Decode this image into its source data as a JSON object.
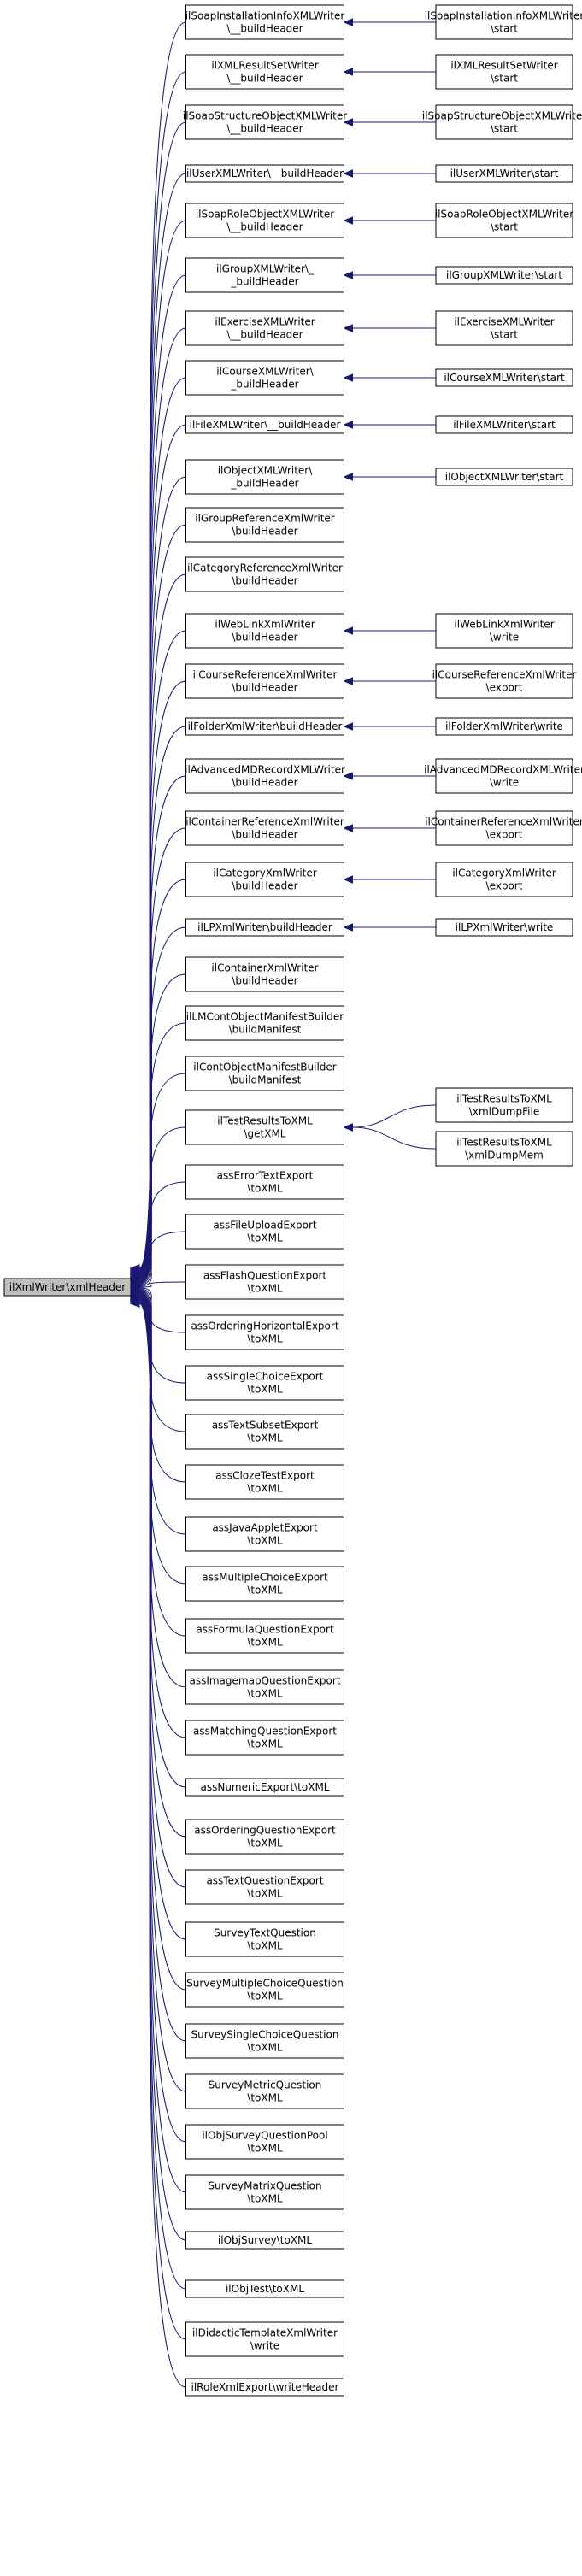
{
  "diagram": {
    "root": {
      "id": "root",
      "lines": [
        "ilXmlWriter\\xmlHeader"
      ]
    },
    "callers": [
      {
        "id": "n0",
        "lines": [
          "ilSoapInstallationInfoXMLWriter",
          "\\__buildHeader"
        ]
      },
      {
        "id": "n1",
        "lines": [
          "ilXMLResultSetWriter",
          "\\__buildHeader"
        ]
      },
      {
        "id": "n2",
        "lines": [
          "ilSoapStructureObjectXMLWriter",
          "\\__buildHeader"
        ]
      },
      {
        "id": "n3",
        "lines": [
          "ilUserXMLWriter\\__buildHeader"
        ]
      },
      {
        "id": "n4",
        "lines": [
          "ilSoapRoleObjectXMLWriter",
          "\\__buildHeader"
        ]
      },
      {
        "id": "n5",
        "lines": [
          "ilGroupXMLWriter\\_",
          "_buildHeader"
        ]
      },
      {
        "id": "n6",
        "lines": [
          "ilExerciseXMLWriter",
          "\\__buildHeader"
        ]
      },
      {
        "id": "n7",
        "lines": [
          "ilCourseXMLWriter\\",
          "_buildHeader"
        ]
      },
      {
        "id": "n8",
        "lines": [
          "ilFileXMLWriter\\__buildHeader"
        ]
      },
      {
        "id": "n9",
        "lines": [
          "ilObjectXMLWriter\\",
          "_buildHeader"
        ]
      },
      {
        "id": "n10",
        "lines": [
          "ilGroupReferenceXmlWriter",
          "\\buildHeader"
        ]
      },
      {
        "id": "n11",
        "lines": [
          "ilCategoryReferenceXmlWriter",
          "\\buildHeader"
        ]
      },
      {
        "id": "n12",
        "lines": [
          "ilWebLinkXmlWriter",
          "\\buildHeader"
        ]
      },
      {
        "id": "n13",
        "lines": [
          "ilCourseReferenceXmlWriter",
          "\\buildHeader"
        ]
      },
      {
        "id": "n14",
        "lines": [
          "ilFolderXmlWriter\\buildHeader"
        ]
      },
      {
        "id": "n15",
        "lines": [
          "ilAdvancedMDRecordXMLWriter",
          "\\buildHeader"
        ]
      },
      {
        "id": "n16",
        "lines": [
          "ilContainerReferenceXmlWriter",
          "\\buildHeader"
        ]
      },
      {
        "id": "n17",
        "lines": [
          "ilCategoryXmlWriter",
          "\\buildHeader"
        ]
      },
      {
        "id": "n18",
        "lines": [
          "ilLPXmlWriter\\buildHeader"
        ]
      },
      {
        "id": "n19",
        "lines": [
          "ilContainerXmlWriter",
          "\\buildHeader"
        ]
      },
      {
        "id": "n20",
        "lines": [
          "ilLMContObjectManifestBuilder",
          "\\buildManifest"
        ]
      },
      {
        "id": "n21",
        "lines": [
          "ilContObjectManifestBuilder",
          "\\buildManifest"
        ]
      },
      {
        "id": "n22",
        "lines": [
          "ilTestResultsToXML",
          "\\getXML"
        ]
      },
      {
        "id": "n23",
        "lines": [
          "assErrorTextExport",
          "\\toXML"
        ]
      },
      {
        "id": "n24",
        "lines": [
          "assFileUploadExport",
          "\\toXML"
        ]
      },
      {
        "id": "n25",
        "lines": [
          "assFlashQuestionExport",
          "\\toXML"
        ]
      },
      {
        "id": "n26",
        "lines": [
          "assOrderingHorizontalExport",
          "\\toXML"
        ]
      },
      {
        "id": "n27",
        "lines": [
          "assSingleChoiceExport",
          "\\toXML"
        ]
      },
      {
        "id": "n28",
        "lines": [
          "assTextSubsetExport",
          "\\toXML"
        ]
      },
      {
        "id": "n29",
        "lines": [
          "assClozeTestExport",
          "\\toXML"
        ]
      },
      {
        "id": "n30",
        "lines": [
          "assJavaAppletExport",
          "\\toXML"
        ]
      },
      {
        "id": "n31",
        "lines": [
          "assMultipleChoiceExport",
          "\\toXML"
        ]
      },
      {
        "id": "n32",
        "lines": [
          "assFormulaQuestionExport",
          "\\toXML"
        ]
      },
      {
        "id": "n33",
        "lines": [
          "assImagemapQuestionExport",
          "\\toXML"
        ]
      },
      {
        "id": "n34",
        "lines": [
          "assMatchingQuestionExport",
          "\\toXML"
        ]
      },
      {
        "id": "n35",
        "lines": [
          "assNumericExport\\toXML"
        ]
      },
      {
        "id": "n36",
        "lines": [
          "assOrderingQuestionExport",
          "\\toXML"
        ]
      },
      {
        "id": "n37",
        "lines": [
          "assTextQuestionExport",
          "\\toXML"
        ]
      },
      {
        "id": "n38",
        "lines": [
          "SurveyTextQuestion",
          "\\toXML"
        ]
      },
      {
        "id": "n39",
        "lines": [
          "SurveyMultipleChoiceQuestion",
          "\\toXML"
        ]
      },
      {
        "id": "n40",
        "lines": [
          "SurveySingleChoiceQuestion",
          "\\toXML"
        ]
      },
      {
        "id": "n41",
        "lines": [
          "SurveyMetricQuestion",
          "\\toXML"
        ]
      },
      {
        "id": "n42",
        "lines": [
          "ilObjSurveyQuestionPool",
          "\\toXML"
        ]
      },
      {
        "id": "n43",
        "lines": [
          "SurveyMatrixQuestion",
          "\\toXML"
        ]
      },
      {
        "id": "n44",
        "lines": [
          "ilObjSurvey\\toXML"
        ]
      },
      {
        "id": "n45",
        "lines": [
          "ilObjTest\\toXML"
        ]
      },
      {
        "id": "n46",
        "lines": [
          "ilDidacticTemplateXmlWriter",
          "\\write"
        ]
      },
      {
        "id": "n47",
        "lines": [
          "ilRoleXmlExport\\writeHeader"
        ]
      }
    ],
    "secondary": [
      {
        "id": "s0",
        "caller_of": "n0",
        "lines": [
          "ilSoapInstallationInfoXMLWriter",
          "\\start"
        ]
      },
      {
        "id": "s1",
        "caller_of": "n1",
        "lines": [
          "ilXMLResultSetWriter",
          "\\start"
        ]
      },
      {
        "id": "s2",
        "caller_of": "n2",
        "lines": [
          "ilSoapStructureObjectXMLWriter",
          "\\start"
        ]
      },
      {
        "id": "s3",
        "caller_of": "n3",
        "lines": [
          "ilUserXMLWriter\\start"
        ]
      },
      {
        "id": "s4",
        "caller_of": "n4",
        "lines": [
          "ilSoapRoleObjectXMLWriter",
          "\\start"
        ]
      },
      {
        "id": "s5",
        "caller_of": "n5",
        "lines": [
          "ilGroupXMLWriter\\start"
        ]
      },
      {
        "id": "s6",
        "caller_of": "n6",
        "lines": [
          "ilExerciseXMLWriter",
          "\\start"
        ]
      },
      {
        "id": "s7",
        "caller_of": "n7",
        "lines": [
          "ilCourseXMLWriter\\start"
        ]
      },
      {
        "id": "s8",
        "caller_of": "n8",
        "lines": [
          "ilFileXMLWriter\\start"
        ]
      },
      {
        "id": "s9",
        "caller_of": "n9",
        "lines": [
          "ilObjectXMLWriter\\start"
        ]
      },
      {
        "id": "s10",
        "caller_of": "n12",
        "lines": [
          "ilWebLinkXmlWriter",
          "\\write"
        ]
      },
      {
        "id": "s11",
        "caller_of": "n13",
        "lines": [
          "ilCourseReferenceXmlWriter",
          "\\export"
        ]
      },
      {
        "id": "s12",
        "caller_of": "n14",
        "lines": [
          "ilFolderXmlWriter\\write"
        ]
      },
      {
        "id": "s13",
        "caller_of": "n15",
        "lines": [
          "ilAdvancedMDRecordXMLWriter",
          "\\write"
        ]
      },
      {
        "id": "s14",
        "caller_of": "n16",
        "lines": [
          "ilContainerReferenceXmlWriter",
          "\\export"
        ]
      },
      {
        "id": "s15",
        "caller_of": "n17",
        "lines": [
          "ilCategoryXmlWriter",
          "\\export"
        ]
      },
      {
        "id": "s16",
        "caller_of": "n18",
        "lines": [
          "ilLPXmlWriter\\write"
        ]
      },
      {
        "id": "s17",
        "caller_of": "n22",
        "lines": [
          "ilTestResultsToXML",
          "\\xmlDumpFile"
        ]
      },
      {
        "id": "s18",
        "caller_of": "n22",
        "lines": [
          "ilTestResultsToXML",
          "\\xmlDumpMem"
        ]
      }
    ]
  }
}
